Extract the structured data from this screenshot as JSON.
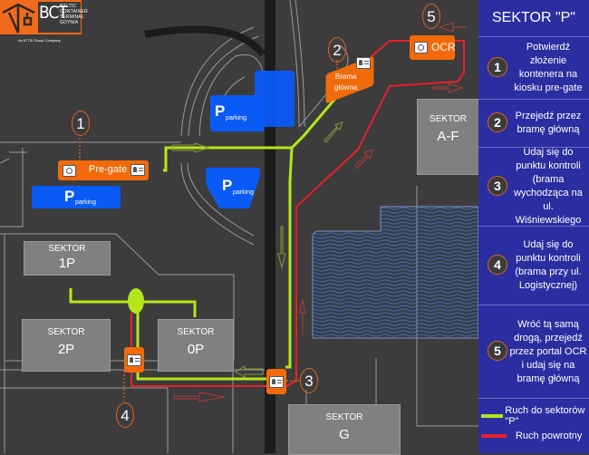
{
  "logo": {
    "initials": "BCT",
    "name_lines": [
      "BALTIC",
      "CONTAINER",
      "TERMINAL",
      "GDYNIA"
    ],
    "subtitle": "An ICTSI Group Company"
  },
  "colors": {
    "route_to_p": "#b5e61d",
    "route_return": "#e8202a",
    "gate": "#f26a0a",
    "parking": "#0a5af5",
    "panel": "#2b2ea0",
    "marker_ring": "#e0651a"
  },
  "map": {
    "sectors": [
      {
        "id": "af",
        "label": "SEKTOR",
        "name": "A-F"
      },
      {
        "id": "1p",
        "label": "SEKTOR",
        "name": "1P"
      },
      {
        "id": "2p",
        "label": "SEKTOR",
        "name": "2P"
      },
      {
        "id": "0p",
        "label": "SEKTOR",
        "name": "0P"
      },
      {
        "id": "g",
        "label": "SEKTOR",
        "name": "G"
      }
    ],
    "parking": {
      "big": "P",
      "small": "parking"
    },
    "gates": {
      "pregate": {
        "label": "Pre-gate",
        "icons": [
          "camera-icon",
          "id-card-icon"
        ]
      },
      "main": {
        "label_line1": "Brama",
        "label_line2": "główna",
        "icons": [
          "id-card-icon"
        ]
      },
      "ocr": {
        "label": "OCR",
        "icons": [
          "camera-icon"
        ]
      },
      "check3": {
        "icons": [
          "id-card-icon"
        ]
      },
      "check4": {
        "icons": [
          "id-card-icon"
        ]
      }
    },
    "markers": [
      "1",
      "2",
      "3",
      "4",
      "5"
    ]
  },
  "panel": {
    "title": "SEKTOR \"P\"",
    "steps": [
      {
        "num": "1",
        "text": "Potwierdź złożenie kontenera na kiosku pre-gate"
      },
      {
        "num": "2",
        "text": "Przejedź przez bramę główną"
      },
      {
        "num": "3",
        "text": "Udaj się do punktu kontroli (brama wychodząca na ul. Wiśniewskiego"
      },
      {
        "num": "4",
        "text": "Udaj się do punktu kontroli (brama przy ul. Logistycznej)"
      },
      {
        "num": "5",
        "text": "Wróć tą samą drogą, przejedź przez portal OCR i udaj się na bramę główną"
      }
    ],
    "legend": [
      {
        "label": "Ruch do sektorów \"P\"",
        "color": "#b5e61d"
      },
      {
        "label": "Ruch powrotny",
        "color": "#e8202a"
      }
    ]
  }
}
